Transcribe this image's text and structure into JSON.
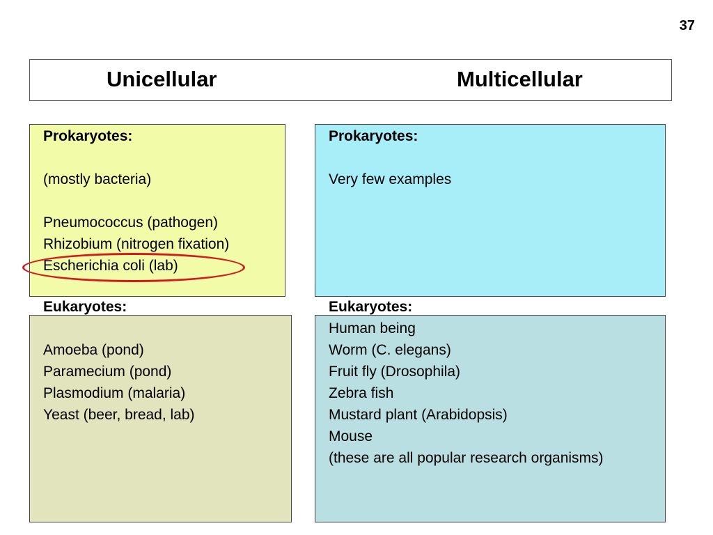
{
  "slide": {
    "page_number": "37",
    "header": {
      "left": "Unicellular",
      "right": "Multicellular"
    },
    "unicellular": {
      "prokaryotes": {
        "heading": "Prokaryotes:",
        "lines": [
          "",
          "(mostly bacteria)",
          "",
          "Pneumococcus (pathogen)",
          "Rhizobium (nitrogen fixation)",
          "Escherichia coli (lab)"
        ]
      },
      "eukaryotes": {
        "heading": "Eukaryotes:",
        "lines": [
          "",
          "Amoeba (pond)",
          "Paramecium (pond)",
          "Plasmodium (malaria)",
          "Yeast (beer, bread, lab)"
        ]
      }
    },
    "multicellular": {
      "prokaryotes": {
        "heading": "Prokaryotes:",
        "lines": [
          "",
          "Very few examples"
        ]
      },
      "eukaryotes": {
        "heading": "Eukaryotes:",
        "lines": [
          "Human being",
          "Worm (C. elegans)",
          "Fruit fly (Drosophila)",
          "Zebra fish",
          "Mustard plant (Arabidopsis)",
          "Mouse",
          "(these are all popular research organisms)"
        ]
      }
    },
    "colors": {
      "unicellular_prokaryotes_bg": "#f2fba8",
      "multicellular_prokaryotes_bg": "#a8eef9",
      "unicellular_eukaryotes_bg": "#e1e4bc",
      "multicellular_eukaryotes_bg": "#b9dfe2",
      "highlight_circle": "#d21c1c"
    }
  }
}
